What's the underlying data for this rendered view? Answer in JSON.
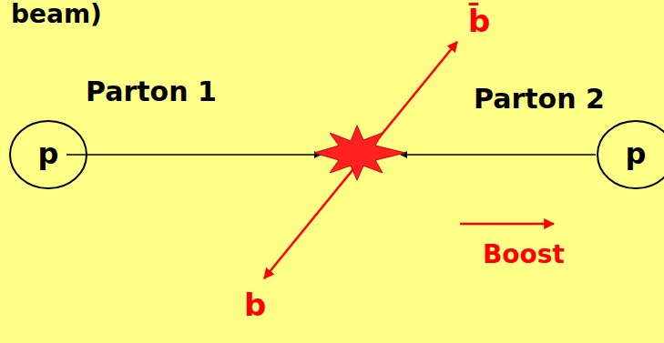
{
  "diagram": {
    "nodes": [
      {
        "text": [
          "p"
        ]
      },
      {
        "text": [
          "p"
        ]
      }
    ],
    "labels": [
      "beam)",
      "b̄",
      "Parton 1",
      "Parton 2",
      "Boost",
      "b"
    ]
  }
}
